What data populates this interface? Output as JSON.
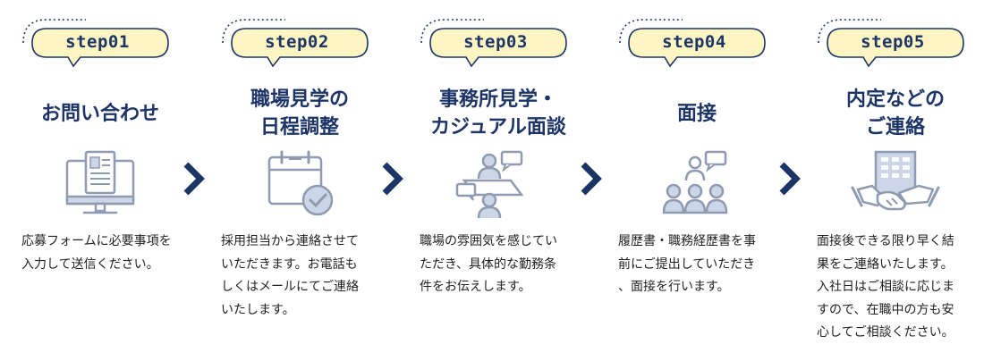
{
  "steps": [
    {
      "badge": "step01",
      "title": [
        "お問い合わせ"
      ],
      "icon": "monitor-document-icon",
      "description": [
        "応募フォームに必要事項を",
        "入力して送信ください。"
      ]
    },
    {
      "badge": "step02",
      "title": [
        "職場見学の",
        "日程調整"
      ],
      "icon": "calendar-check-icon",
      "description": [
        "採用担当から連絡させて",
        "いただきます。お電話も",
        "しくはメールにてご連絡",
        "いたします。"
      ]
    },
    {
      "badge": "step03",
      "title": [
        "事務所見学・",
        "カジュアル面談"
      ],
      "icon": "casual-meeting-icon",
      "description": [
        "職場の雰囲気を感じてい",
        "ただき、具体的な勤務条",
        "件をお伝えします。"
      ]
    },
    {
      "badge": "step04",
      "title": [
        "面接"
      ],
      "icon": "interview-group-icon",
      "description": [
        "履歴書・職務経歴書を事",
        "前にご提出していただき",
        "、面接を行います。"
      ]
    },
    {
      "badge": "step05",
      "title": [
        "内定などの",
        "ご連絡"
      ],
      "icon": "handshake-building-icon",
      "description": [
        "面接後できる限り早く結",
        "果をご連絡いたします。",
        "入社日はご相談に応じま",
        "すので、在職中の方も安",
        "心してご相談ください。"
      ]
    }
  ],
  "colors": {
    "navy": "#1d3466",
    "badge_fill": "#fdf6c3",
    "icon_outline": "#8e9bb1",
    "icon_fill": "#ccd6e6"
  }
}
